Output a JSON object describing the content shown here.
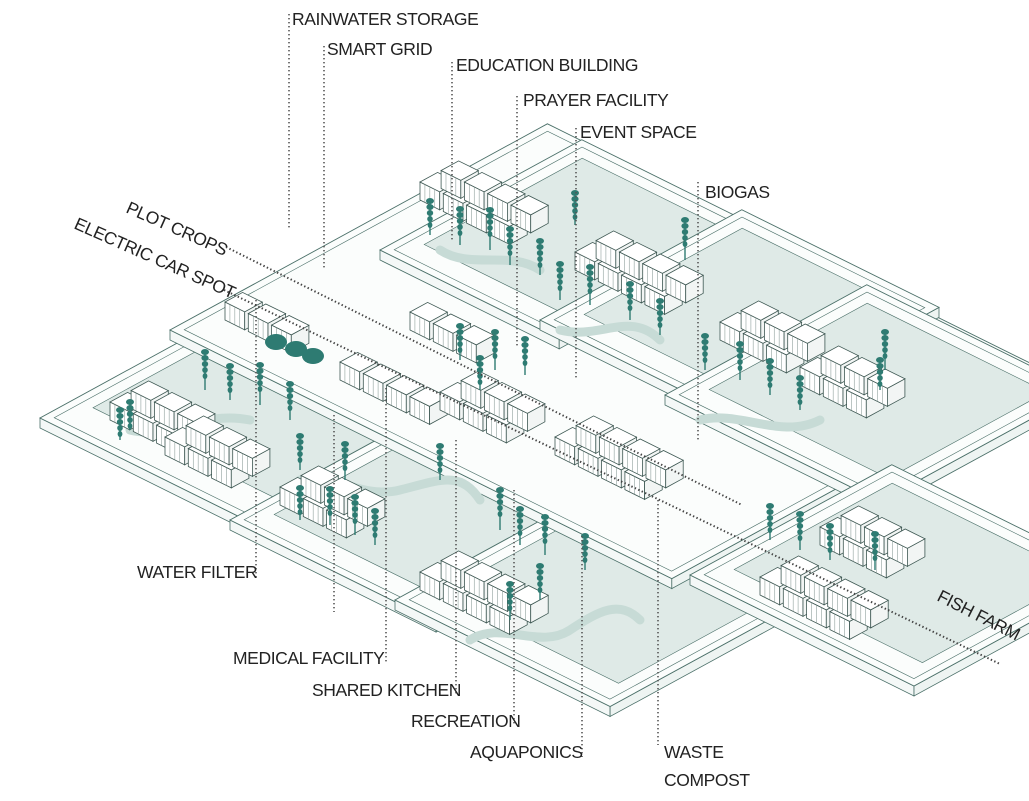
{
  "colors": {
    "accent": "#2e7b72",
    "ground": "#dfeae7",
    "ground_dark": "#c7dbd6",
    "outline": "#4a6f68",
    "label": "#222222"
  },
  "labels": {
    "rainwater_storage": "RAINWATER STORAGE",
    "smart_grid": "SMART GRID",
    "education_building": "EDUCATION BUILDING",
    "prayer_facility": "PRAYER FACILITY",
    "event_space": "EVENT SPACE",
    "biogas": "BIOGAS",
    "plot_crops": "PLOT CROPS",
    "electric_car_spot": "ELECTRIC CAR SPOT",
    "water_filter": "WATER FILTER",
    "medical_facility": "MEDICAL FACILITY",
    "shared_kitchen": "SHARED KITCHEN",
    "recreation": "RECREATION",
    "aquaponics": "AQUAPONICS",
    "waste": "WASTE",
    "compost": "COMPOST",
    "fish_farm": "FISH FARM"
  }
}
